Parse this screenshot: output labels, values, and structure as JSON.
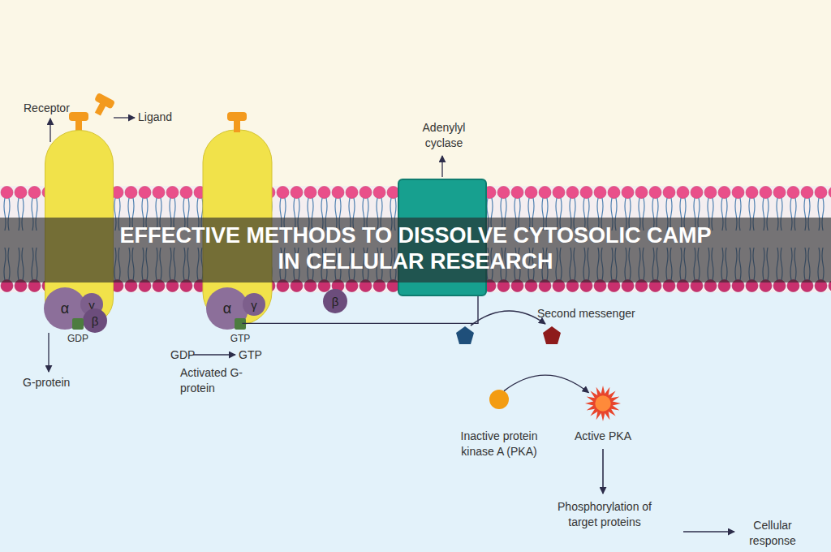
{
  "diagram": {
    "title": "EFFECTIVE METHODS TO DISSOLVE CYTOSOLIC CAMP IN CELLULAR RESEARCH",
    "nodes": [
      {
        "text": [
          "Receptor"
        ]
      },
      {
        "text": [
          "Ligand"
        ]
      },
      {
        "text": [
          "Adenylyl cyclase"
        ]
      },
      {
        "text": [
          "α"
        ]
      },
      {
        "text": [
          "γ"
        ]
      },
      {
        "text": [
          "β"
        ]
      },
      {
        "text": [
          "GDP"
        ]
      },
      {
        "text": [
          "α"
        ]
      },
      {
        "text": [
          "γ"
        ]
      },
      {
        "text": [
          "GTP"
        ]
      },
      {
        "text": [
          "β"
        ]
      },
      {
        "text": [
          "Second messenger"
        ]
      },
      {
        "text": [
          "Inactive protein kinase A (PKA)"
        ]
      },
      {
        "text": [
          "Active PKA"
        ]
      }
    ],
    "edges": [
      {
        "from": 7,
        "to": 2,
        "arrow": "none"
      },
      {
        "from": 12,
        "to": 13,
        "arrow": "to"
      }
    ],
    "labels": [
      "G-protein",
      "GDP",
      "GTP",
      "Activated G-protein",
      "Phosphorylation of target proteins",
      "Cellular response"
    ]
  }
}
